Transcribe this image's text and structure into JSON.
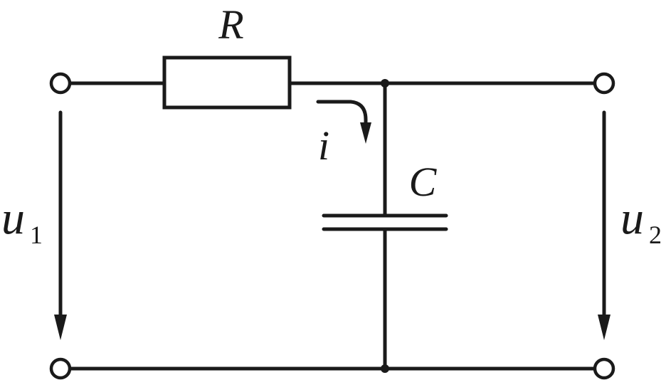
{
  "diagram": {
    "resistor_label": "R",
    "capacitor_label": "C",
    "current_label": "i",
    "input_voltage": {
      "symbol": "u",
      "subscript": "1"
    },
    "output_voltage": {
      "symbol": "u",
      "subscript": "2"
    }
  },
  "colors": {
    "line": "#1a1a1a",
    "background": "#ffffff"
  }
}
